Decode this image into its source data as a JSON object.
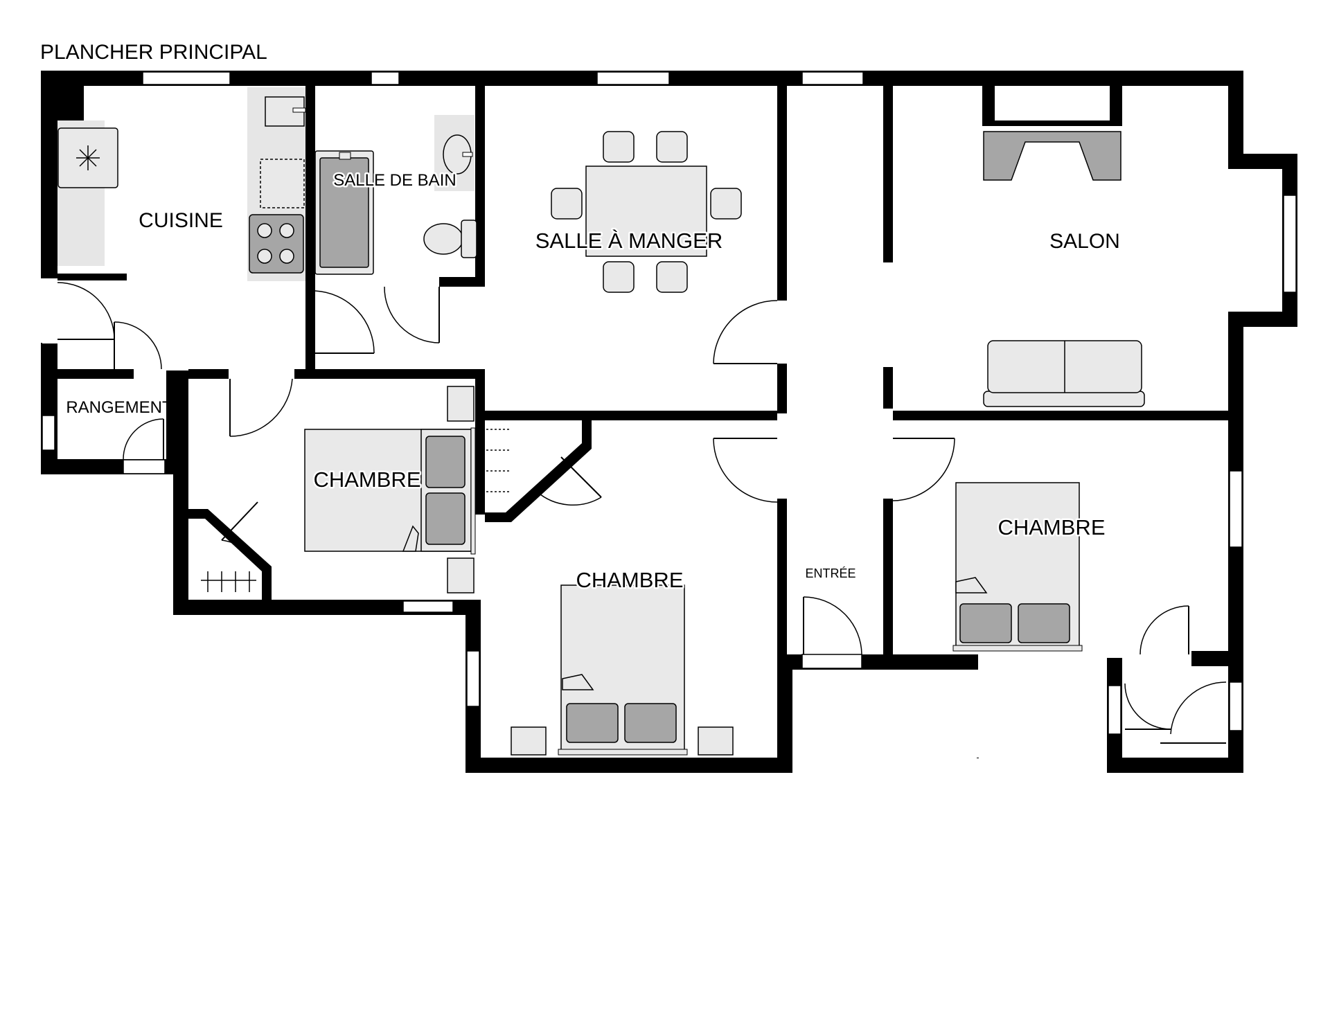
{
  "floor": {
    "title": "PLANCHER PRINCIPAL"
  },
  "rooms": {
    "cuisine": "CUISINE",
    "salle_de_bain": "SALLE DE BAIN",
    "salle_a_manger": "SALLE À MANGER",
    "salon": "SALON",
    "rangement": "RANGEMENT",
    "chambre_1": "CHAMBRE",
    "chambre_2": "CHAMBRE",
    "chambre_3": "CHAMBRE",
    "entree": "ENTRÉE"
  },
  "colors": {
    "wall": "#000000",
    "fixture_light": "#e6e6e6",
    "fixture_mid": "#a6a6a6",
    "background": "#ffffff"
  }
}
